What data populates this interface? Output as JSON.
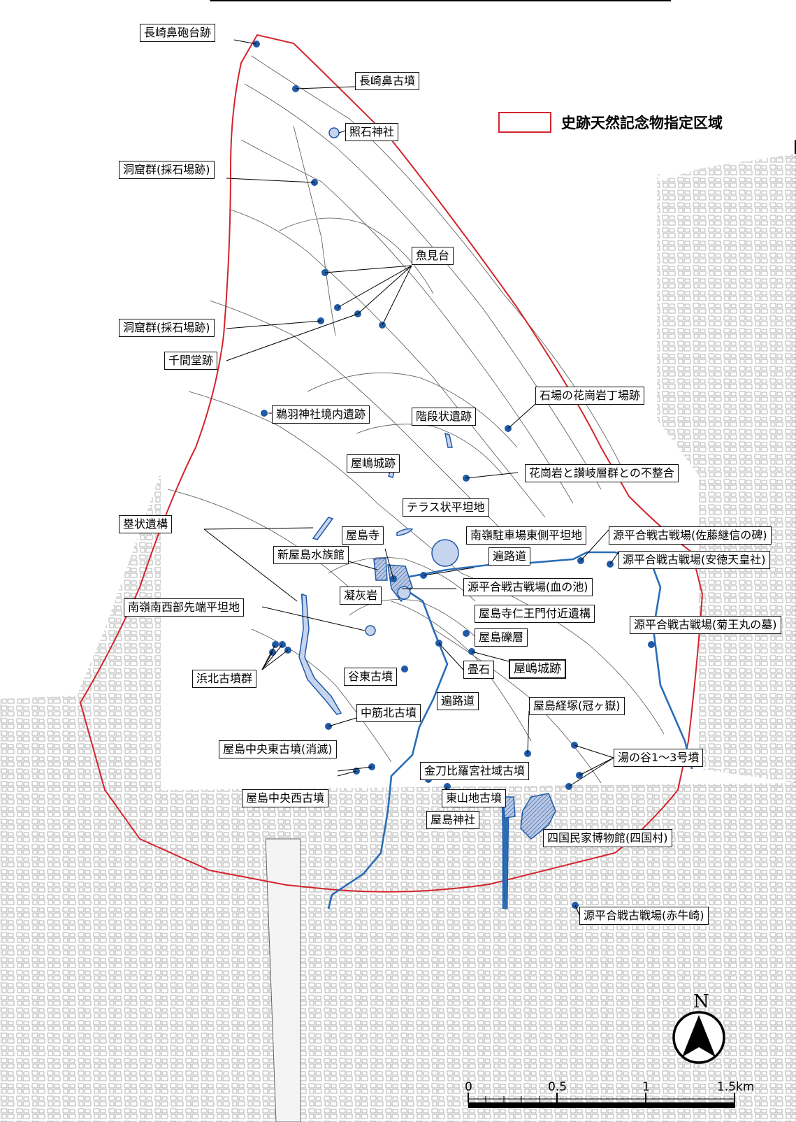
{
  "legend": {
    "label": "史跡天然記念物指定区域",
    "boundary_color": "#d4242d"
  },
  "colors": {
    "feature_blue": "#1f5aa6",
    "feature_fill": "#b9c8e6",
    "route_blue": "#2a6db5"
  },
  "north_label": "N",
  "scale": {
    "ticks": [
      "0",
      "0.5",
      "1",
      "1.5km"
    ]
  },
  "labels": [
    "長崎鼻砲台跡",
    "長崎鼻古墳",
    "照石神社",
    "洞窟群(採石場跡)",
    "魚見台",
    "洞窟群(採石場跡)",
    "千間堂跡",
    "石場の花崗岩丁場跡",
    "鵜羽神社境内遺跡",
    "階段状遺跡",
    "屋嶋城跡",
    "花崗岩と讃岐層群との不整合",
    "テラス状平坦地",
    "塁状遺構",
    "屋島寺",
    "南嶺駐車場東側平坦地",
    "源平合戦古戦場(佐藤継信の碑)",
    "新屋島水族館",
    "遍路道",
    "源平合戦古戦場(安徳天皇社)",
    "凝灰岩",
    "源平合戦古戦場(血の池)",
    "南嶺南西部先端平坦地",
    "屋島寺仁王門付近遺構",
    "源平合戦古戦場(菊王丸の墓)",
    "屋島礫層",
    "畳石",
    "屋嶋城跡",
    "浜北古墳群",
    "谷東古墳",
    "遍路道",
    "中筋北古墳",
    "屋島経塚(冠ヶ嶽)",
    "屋島中央東古墳(消滅)",
    "湯の谷1～3号墳",
    "金刀比羅宮社域古墳",
    "屋島中央西古墳",
    "東山地古墳",
    "屋島神社",
    "四国民家博物館(四国村)",
    "源平合戦古戦場(赤牛崎)"
  ]
}
